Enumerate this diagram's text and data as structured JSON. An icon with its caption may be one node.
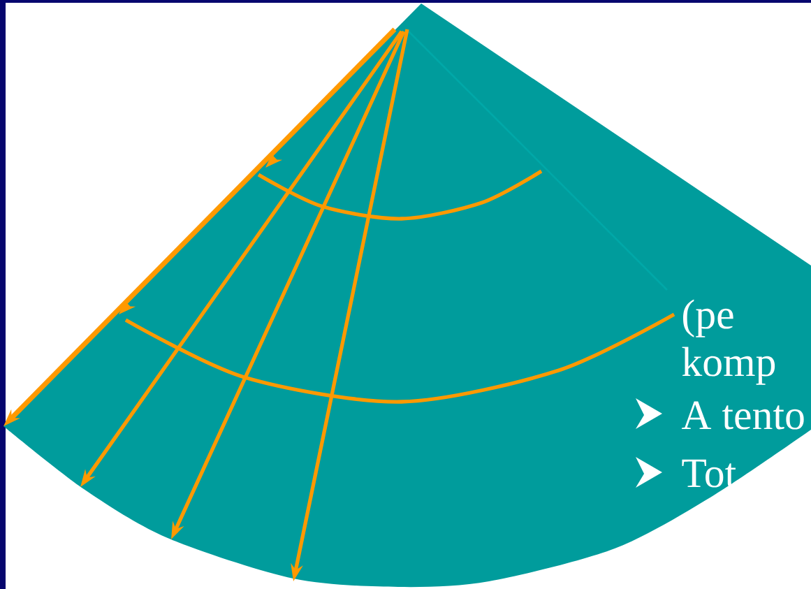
{
  "diagram": {
    "labels": [
      "(pe",
      "komp",
      "A tento",
      "Tot"
    ]
  }
}
